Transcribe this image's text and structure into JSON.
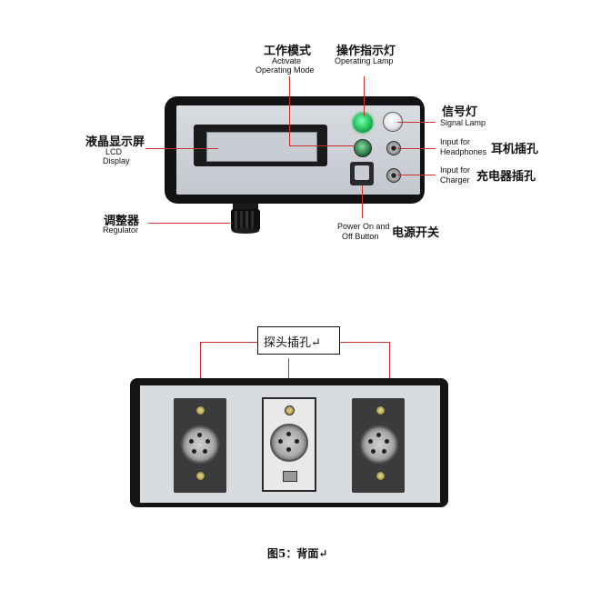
{
  "front_labels": {
    "activate_zh": "工作模式",
    "activate_en_1": "Activate",
    "activate_en_2": "Operating Mode",
    "lamp_zh": "操作指示灯",
    "lamp_en": "Operating Lamp",
    "lcd_zh": "液晶显示屏",
    "lcd_en_1": "LCD",
    "lcd_en_2": "Display",
    "signal_zh": "信号灯",
    "signal_en": "Signal Lamp",
    "headphones_en_1": "Input for",
    "headphones_en_2": "Headphones",
    "headphones_zh": "耳机插孔",
    "charger_en_1": "Input for",
    "charger_en_2": "Charger",
    "charger_zh": "充电器插孔",
    "regulator_zh": "调整器",
    "regulator_en": "Regulator",
    "power_en_1": "Power On and",
    "power_en_2": "Off Button",
    "power_zh": "电源开关"
  },
  "back_labels": {
    "probe_jack_zh": "探头插孔↵"
  },
  "caption": "图5：背面↵",
  "colors": {
    "callout_line": "#c83030",
    "case": "#121212",
    "panel": "#cfd2d8",
    "operating_lamp": "#1fbf5a"
  }
}
